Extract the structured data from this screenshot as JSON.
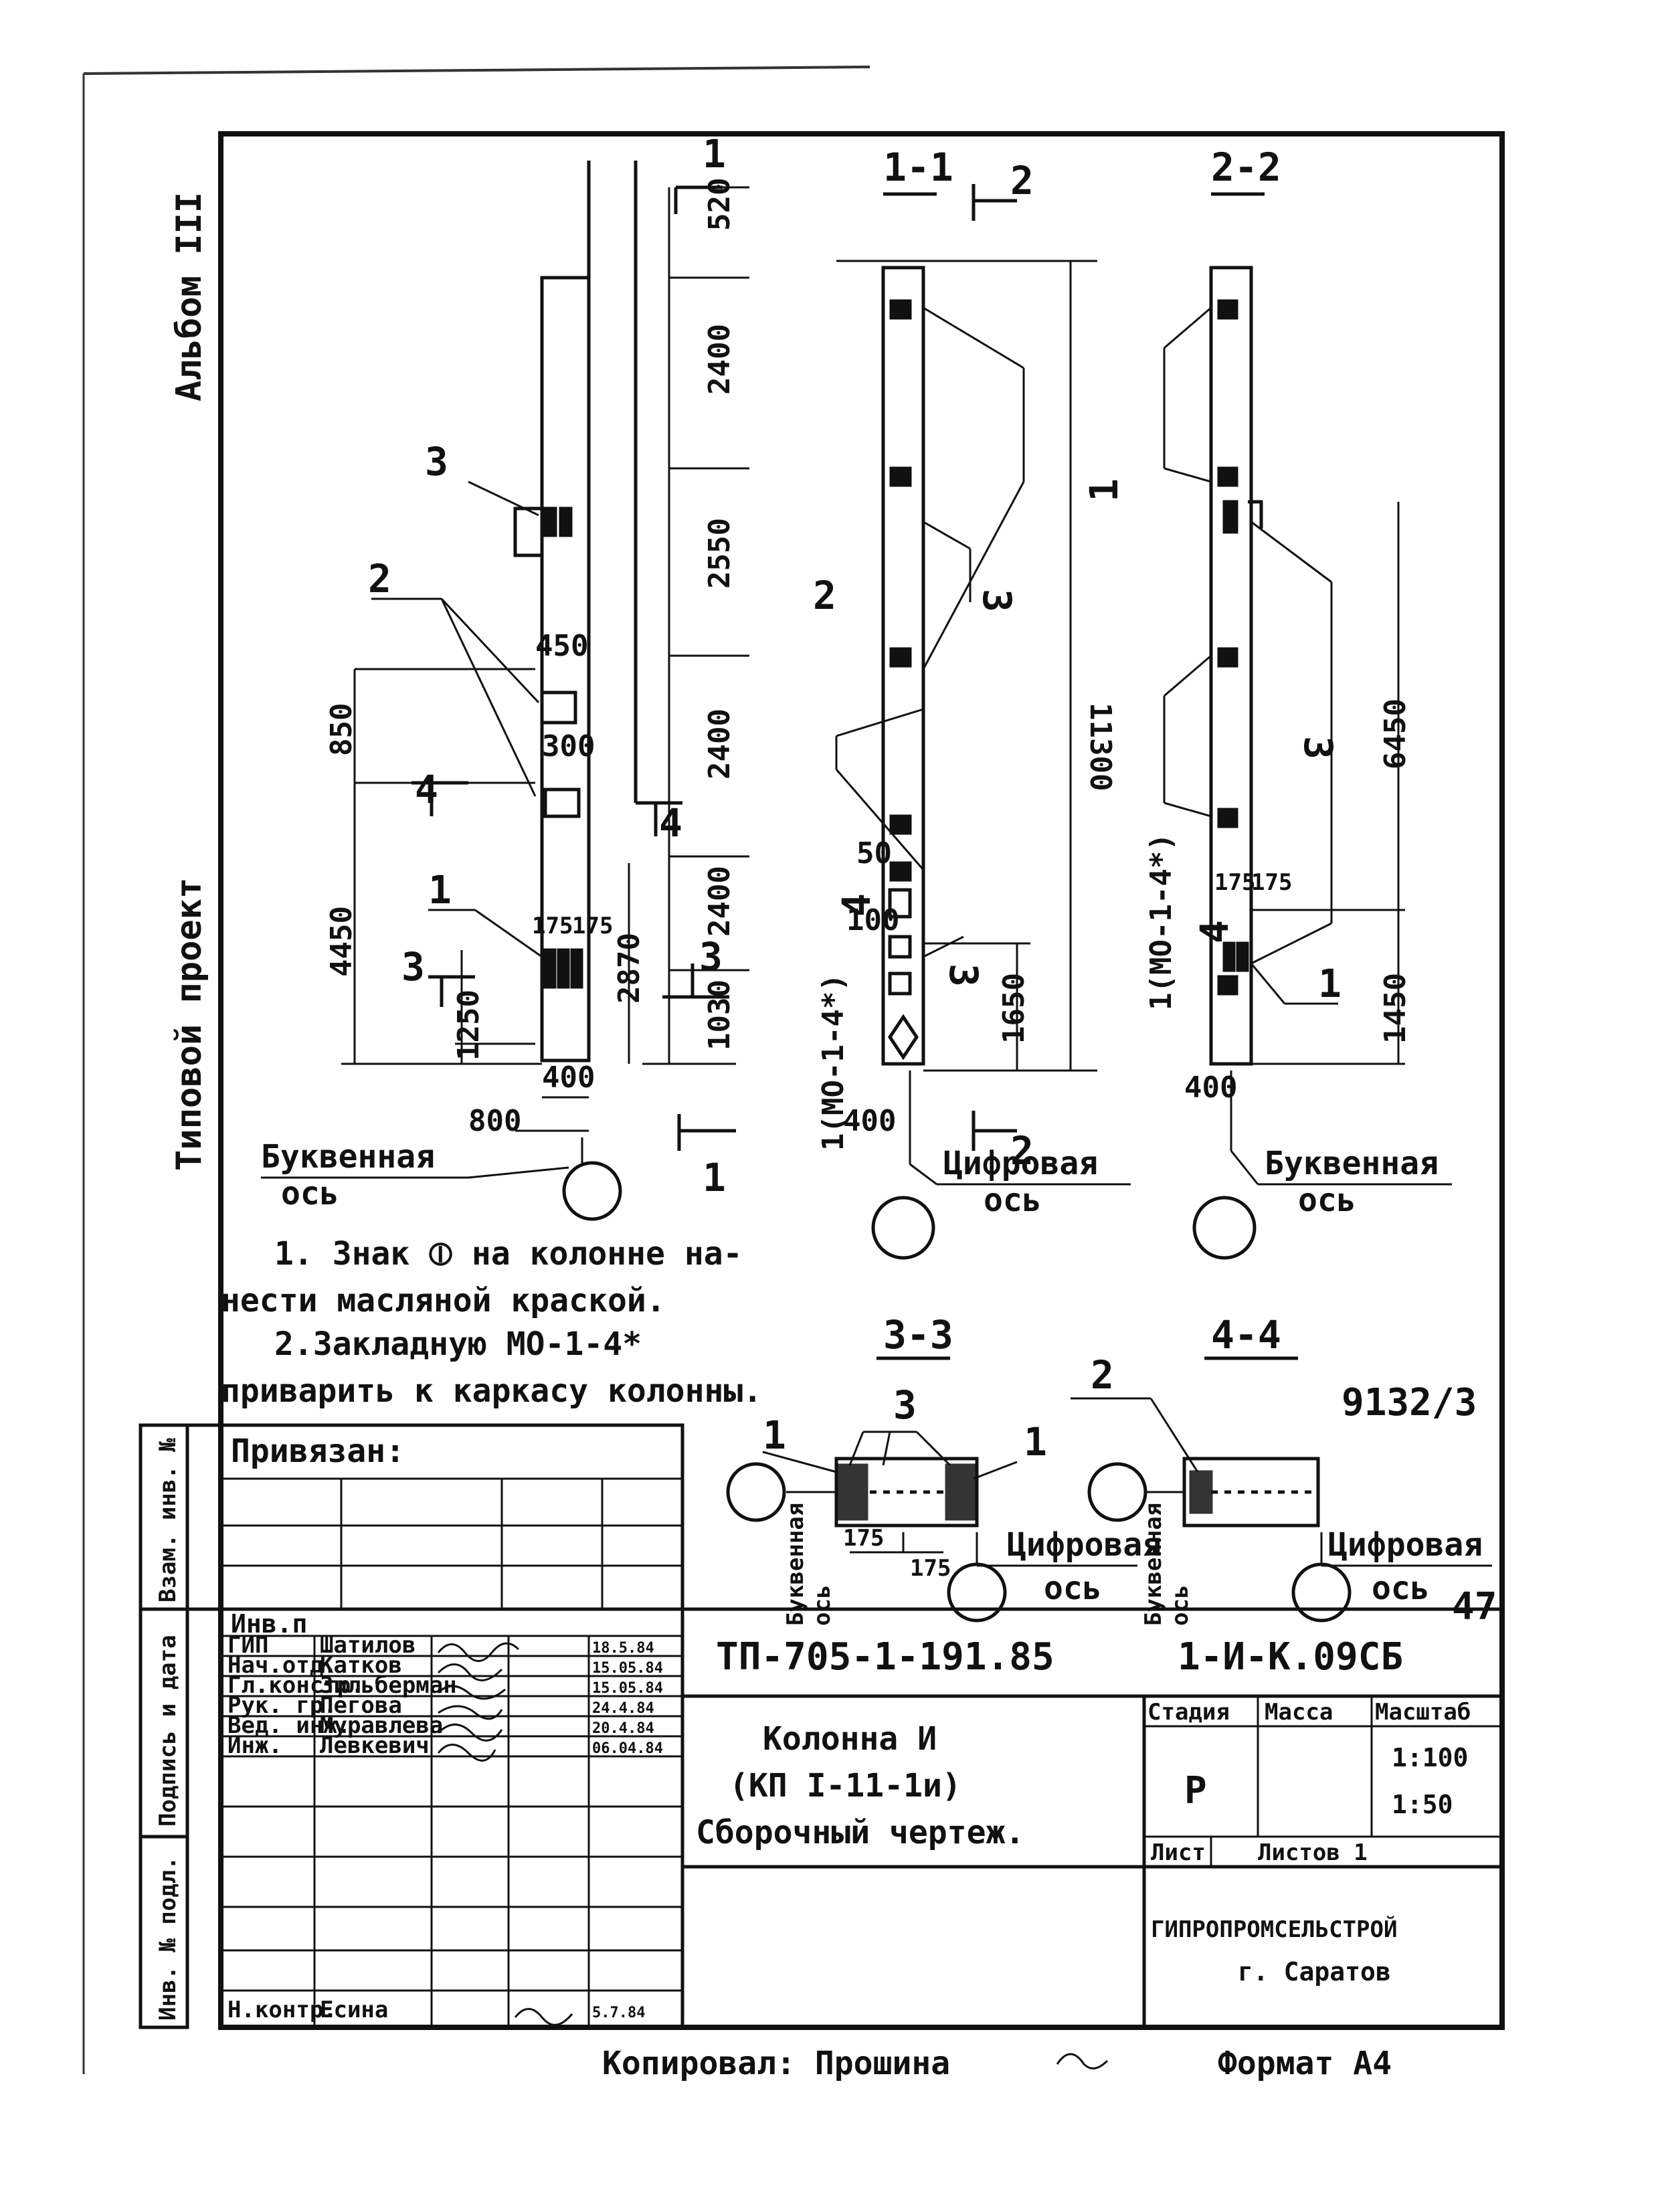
{
  "side_labels": {
    "album": "Альбом III",
    "project": "Типовой проект",
    "strip": [
      "Взам. инв. №",
      "Подпись и дата",
      "Инв. № подл."
    ]
  },
  "sections": {
    "s11": "1-1",
    "s22": "2-2",
    "s33": "3-3",
    "s44": "4-4"
  },
  "cut_marks": {
    "one": "1",
    "two": "2",
    "three": "3",
    "four": "4"
  },
  "main_dims": {
    "d520": "520",
    "d2400a": "2400",
    "d2550": "2550",
    "d2400b": "2400",
    "d2400c": "2400",
    "d1030": "1030",
    "d2870": "2870",
    "d850": "850",
    "d4450": "4450",
    "d1250": "1250",
    "d450": "450",
    "d300": "300",
    "d175a": "175",
    "d175b": "175",
    "d400": "400",
    "d800": "800"
  },
  "callouts": {
    "c1": "1",
    "c2": "2",
    "c3": "3"
  },
  "s11_dims": {
    "d11300": "11300",
    "d1650": "1650",
    "d50": "50",
    "d100": "100",
    "d400": "400",
    "mo": "1(МО-1-4*)",
    "c2": "2",
    "c3a": "3",
    "c3b": "3",
    "c4": "4"
  },
  "s22_dims": {
    "d6450": "6450",
    "d1450": "1450",
    "d175a": "175",
    "d175b": "175",
    "d400": "400",
    "mo": "1(МО-1-4*)",
    "c1a": "1",
    "c1b": "1",
    "c3": "3",
    "c4": "4"
  },
  "axes": {
    "letter": "Буквенная",
    "digit": "Цифровая",
    "axis": "ось"
  },
  "notes": [
    "1. Знак ⦶ на колонне на-",
    "нести масляной краской.",
    "2.Закладную МО-1-4*",
    "приварить к каркасу колонны."
  ],
  "s33_dims": {
    "d175a": "175",
    "d175b": "175",
    "c1a": "1",
    "c1b": "1",
    "c3": "3"
  },
  "s44": {
    "c2": "2"
  },
  "sheet_code": "9132/3",
  "page_num": "47",
  "title_block": {
    "privyazan": "Привязан:",
    "inv": "Инв.п",
    "roles": [
      "ГИП",
      "Нач.отд.",
      "Гл.констр.",
      "Рук. гр.",
      "Вед. инж.",
      "Инж."
    ],
    "names": [
      "Шатилов",
      "Катков",
      "Зильберман",
      "Пегова",
      "Муравлева",
      "Левкевич"
    ],
    "dates": [
      "18.5.84",
      "15.05.84",
      "15.05.84",
      "24.4.84",
      "20.4.84",
      "06.04.84"
    ],
    "nkontr_role": "Н.контр.",
    "nkontr_name": "Есина",
    "nkontr_date": "5.7.84",
    "doc_num": "ТП-705-1-191.85",
    "doc_code": "1-И-К.09СБ",
    "title_lines": [
      "Колонна И",
      "(КП I-11-1и)",
      "Сборочный чертеж."
    ],
    "stage_h": "Стадия",
    "mass_h": "Масса",
    "scale_h": "Масштаб",
    "stage": "Р",
    "scale1": "1:100",
    "scale2": "1:50",
    "sheet": "Лист",
    "sheets": "Листов 1",
    "org": "ГИПРОПРОМСЕЛЬСТРОЙ",
    "city": "г. Саратов"
  },
  "footer": {
    "copied": "Копировал: Прошина",
    "format": "Формат А4"
  }
}
